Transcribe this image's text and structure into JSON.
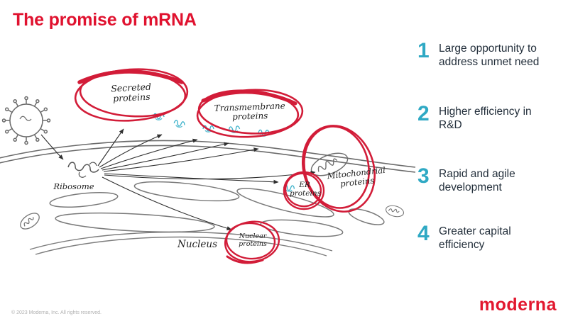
{
  "slide": {
    "title": "The promise of mRNA"
  },
  "diagram": {
    "labels": {
      "ribosome": "Ribosome",
      "nucleus": "Nucleus",
      "secreted": "Secreted\nproteins",
      "transmembrane": "Transmembrane\nproteins",
      "mitochondrial": "Mitochondrial\nproteins",
      "er": "ER\nproteins",
      "nuclear": "Nuclear\nproteins"
    },
    "icon_names": [
      "nanoparticle-icon",
      "mrna-squiggle-icon",
      "mitochondria-icon",
      "protein-scribble-icon"
    ]
  },
  "key_points": {
    "items": [
      {
        "number": "1",
        "text": "Large opportunity to address unmet need"
      },
      {
        "number": "2",
        "text": "Higher efficiency in R&D"
      },
      {
        "number": "3",
        "text": "Rapid and agile development"
      },
      {
        "number": "4",
        "text": "Greater capital efficiency"
      }
    ]
  },
  "footer": {
    "copyright": "© 2023 Moderna, Inc. All rights reserved.",
    "logo": "moderna"
  },
  "colors": {
    "brand_red": "#e0122f",
    "pen_red": "#d21c38",
    "accent_teal": "#2fa9c4",
    "text_dark": "#232f3b",
    "sketch_gray": "#6b6b6b"
  }
}
